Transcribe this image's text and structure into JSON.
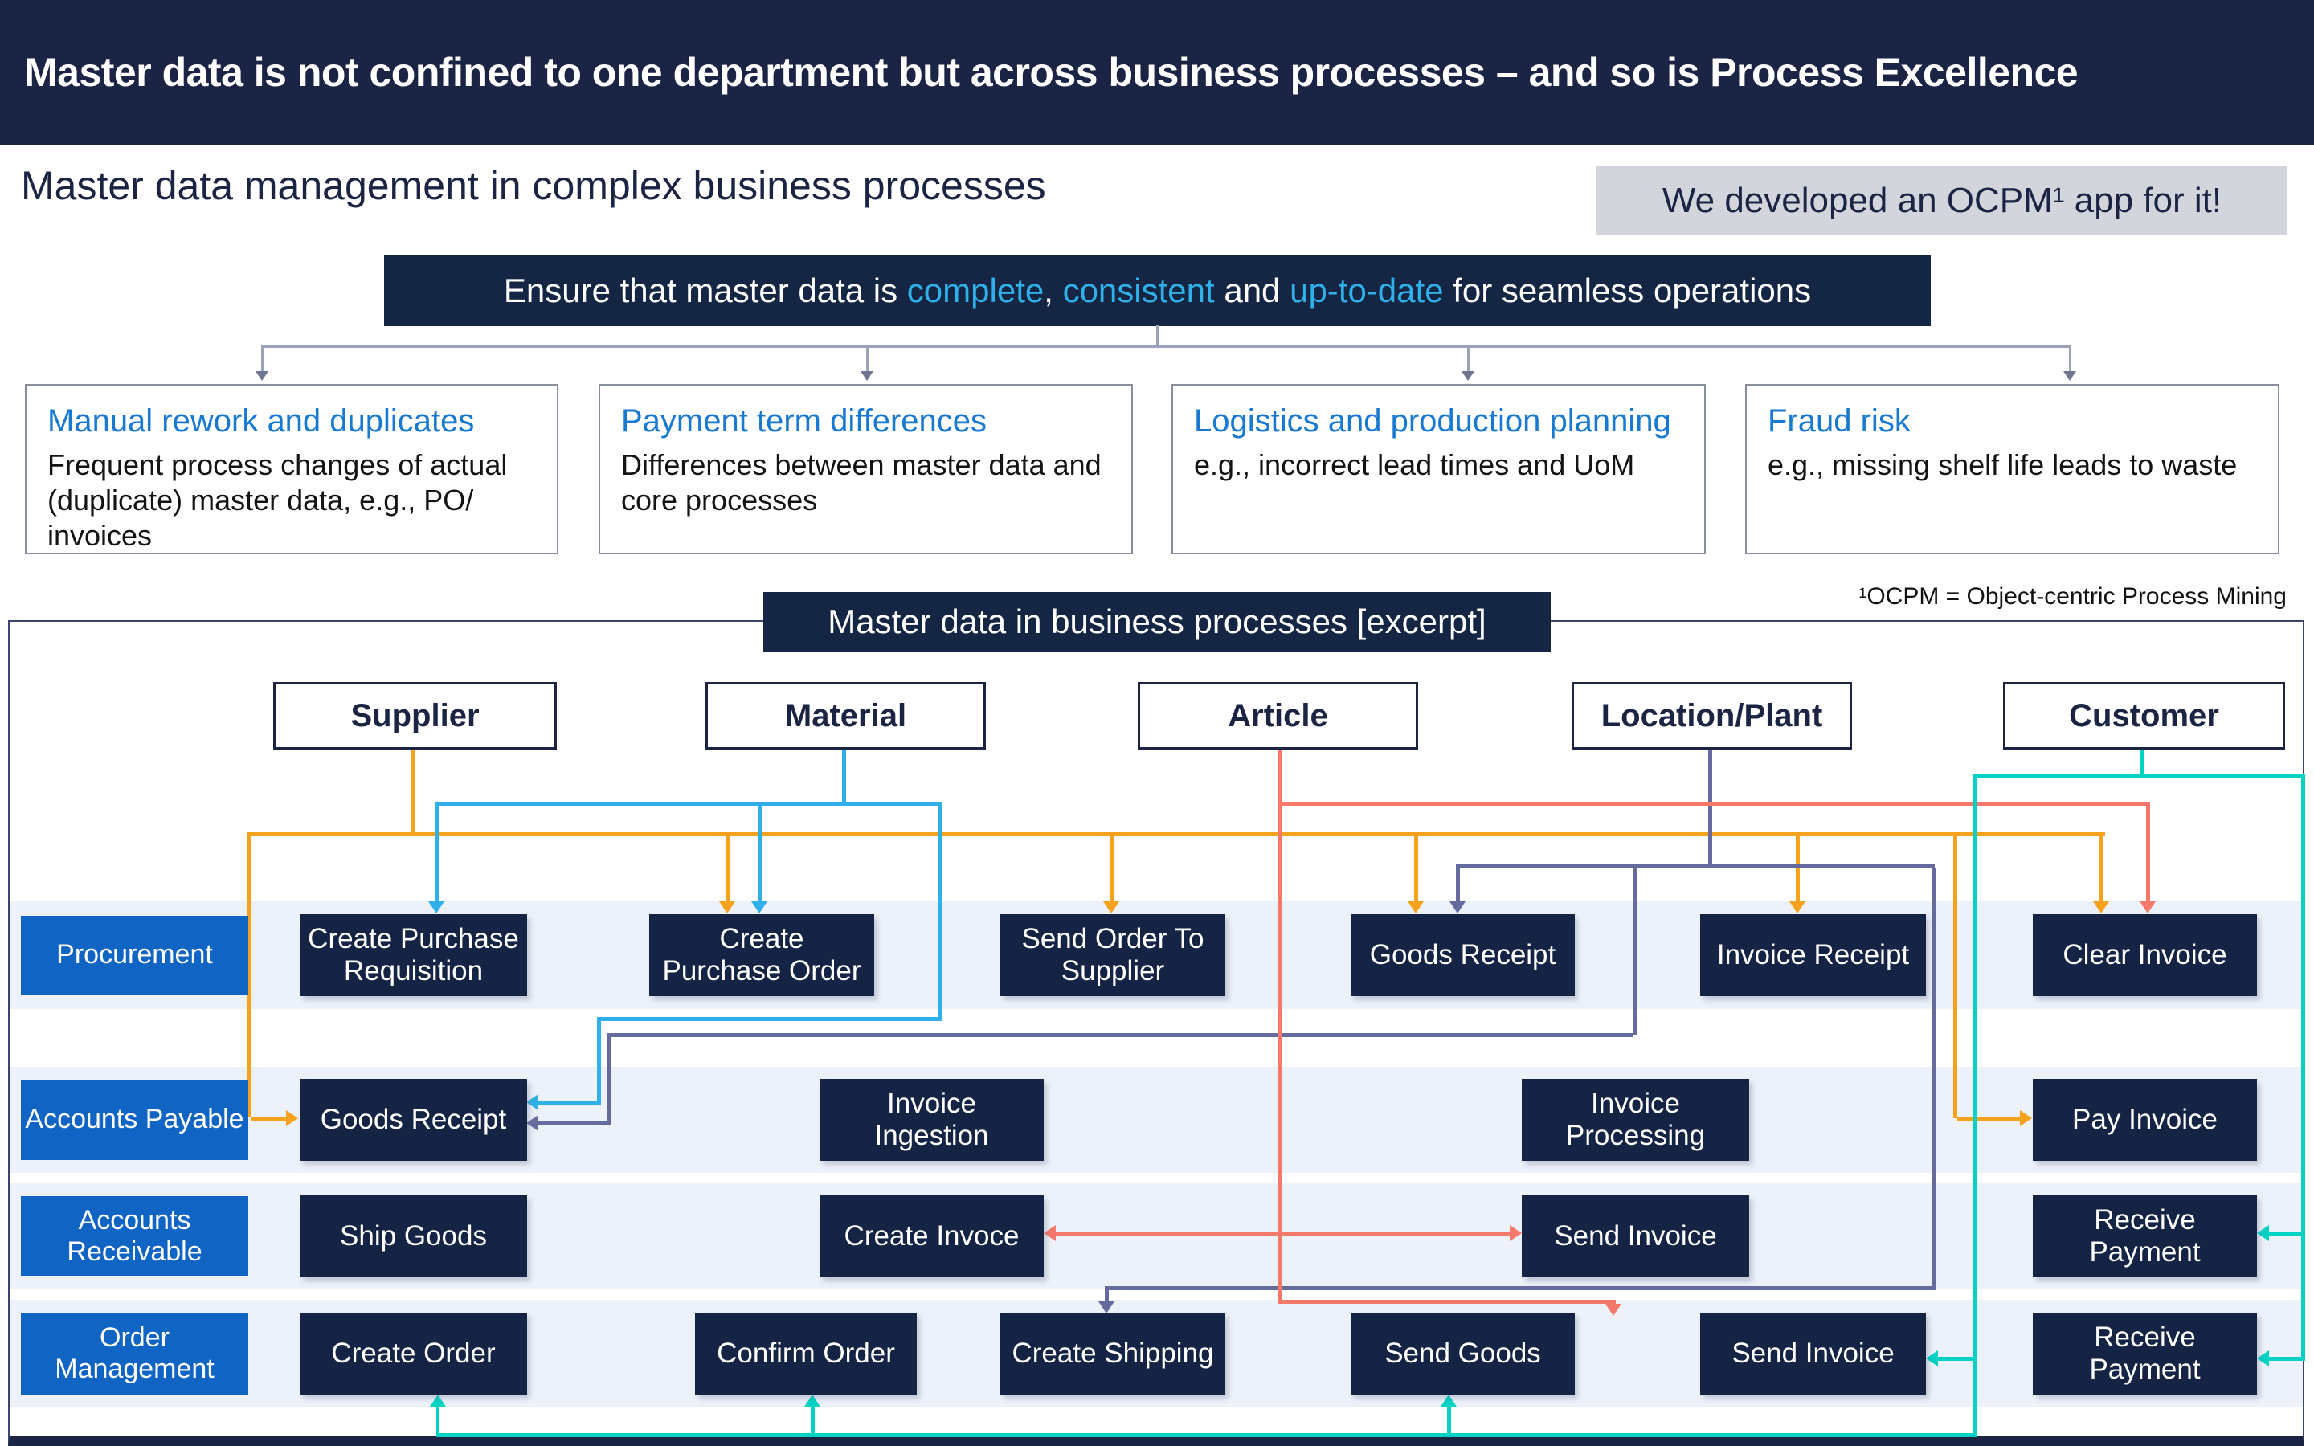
{
  "title": "Master data is not confined to one department but across business processes – and so is Process Excellence",
  "subtitle": "Master data management in complex business processes",
  "ocpm_note": "We developed an OCPM¹ app for it!",
  "banner": {
    "part1": "Ensure that master data is ",
    "hl1": "complete",
    "sep1": ", ",
    "hl2": "consistent",
    "sep2": " and ",
    "hl3": "up-to-date",
    "part2": " for seamless operations"
  },
  "cards": [
    {
      "title": "Manual rework and duplicates",
      "body": "Frequent process changes of actual (duplicate) master data, e.g., PO/ invoices"
    },
    {
      "title": "Payment term differences",
      "body": "Differences between master data and core processes"
    },
    {
      "title": "Logistics and production planning",
      "body": "e.g., incorrect lead times and UoM"
    },
    {
      "title": "Fraud risk",
      "body": "e.g., missing shelf life leads to waste"
    }
  ],
  "footnote": "¹OCPM = Object-centric Process Mining",
  "diagram": {
    "title": "Master data in business processes [excerpt]",
    "entities": [
      "Supplier",
      "Material",
      "Article",
      "Location/Plant",
      "Customer"
    ],
    "rows": [
      {
        "label": "Procurement",
        "boxes": [
          "Create Purchase Requisition",
          "Create Purchase Order",
          "Send Order To Supplier",
          "Goods Receipt",
          "Invoice Receipt",
          "Clear Invoice"
        ]
      },
      {
        "label": "Accounts Payable",
        "boxes": [
          "Goods Receipt",
          "Invoice Ingestion",
          "Invoice Processing",
          "Pay Invoice"
        ]
      },
      {
        "label": "Accounts Receivable",
        "boxes": [
          "Ship Goods",
          "Create Invoce",
          "Send Invoice",
          "Receive Payment"
        ]
      },
      {
        "label": "Order Management",
        "boxes": [
          "Create Order",
          "Confirm Order",
          "Create Shipping",
          "Send Goods",
          "Send Invoice",
          "Receive Payment"
        ]
      }
    ]
  },
  "colors": {
    "title_bar_navy": "#1B2444",
    "box_navy": "#152444",
    "row_label_blue": "#1065C4",
    "band_light": "#EDF2FA",
    "highlight_cyan": "#2FB0E8",
    "card_heading_blue": "#1779D2",
    "note_gray": "#D3D5DD",
    "connector_orange": "#F6A21D",
    "connector_cyan": "#2FB0E8",
    "connector_salmon": "#F4796B",
    "connector_purple": "#666B9D",
    "connector_teal": "#00D2C4",
    "connector_gray": "#9AA3B8"
  }
}
